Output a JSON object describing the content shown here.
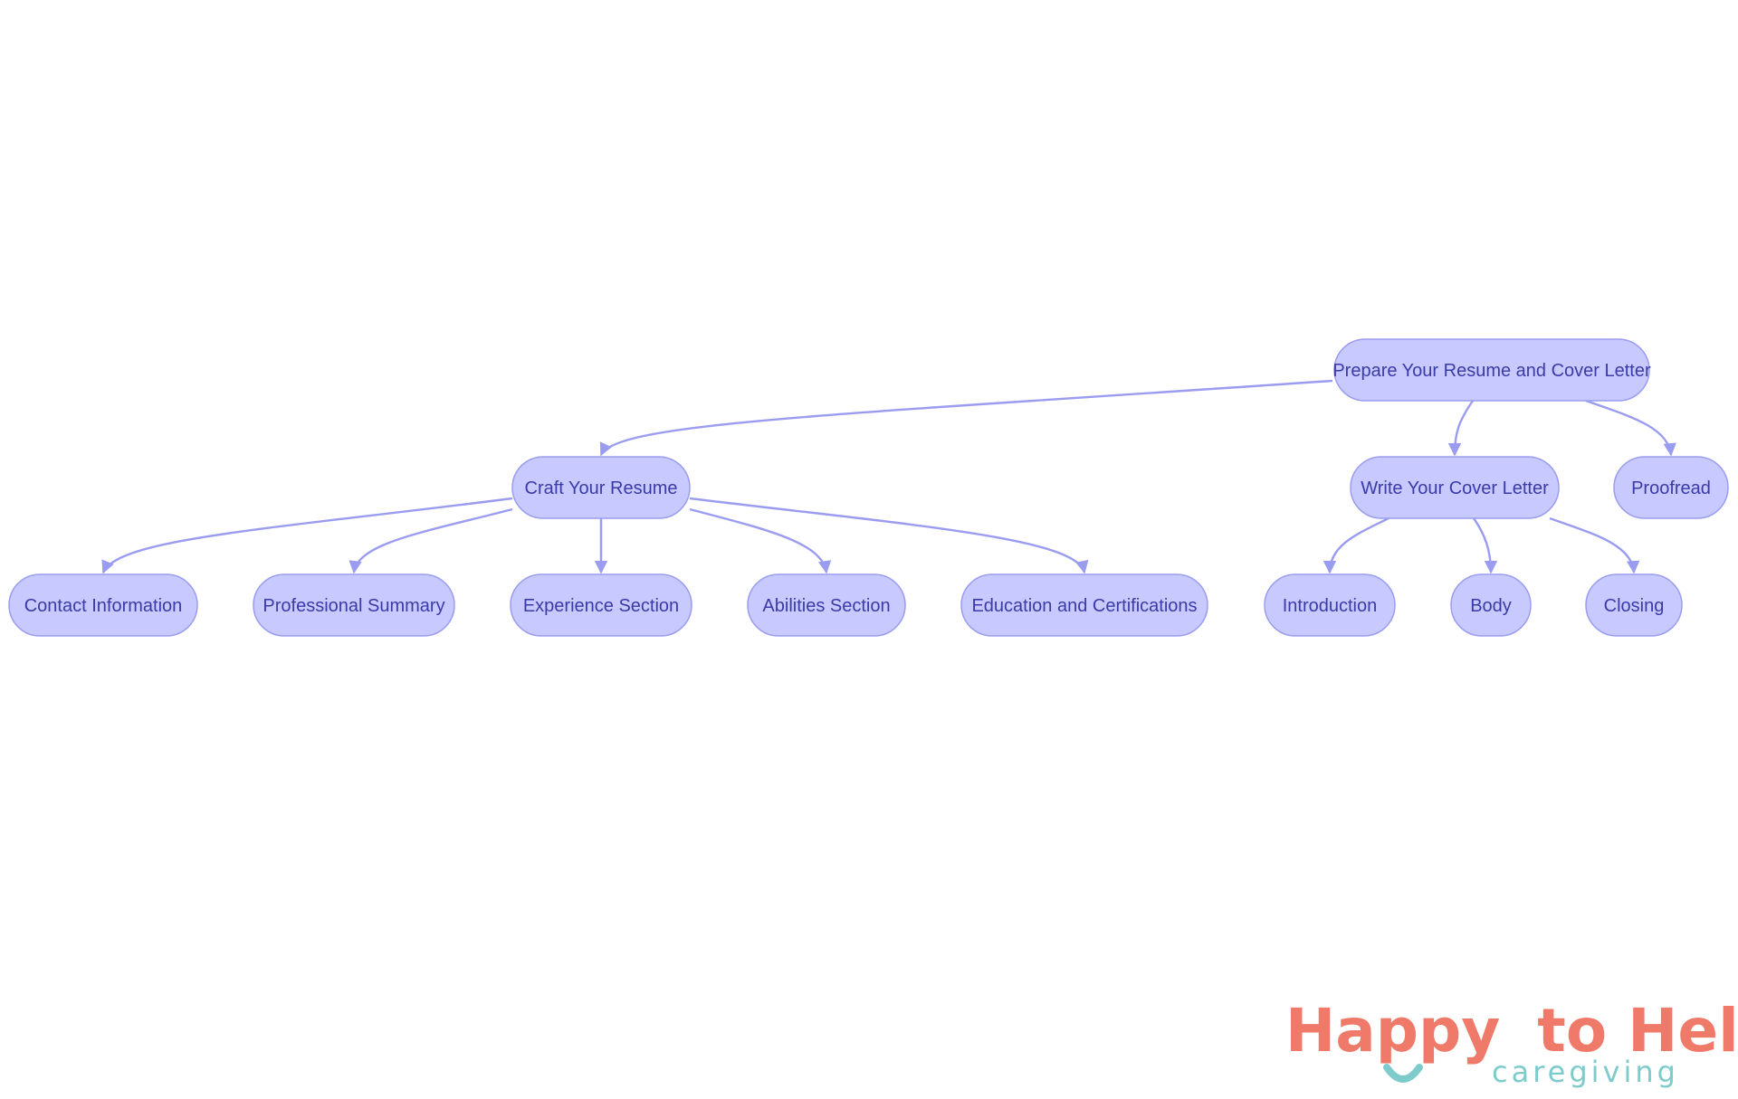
{
  "diagram": {
    "type": "tree",
    "root": "root",
    "nodes": [
      {
        "id": "root",
        "label": "Prepare Your Resume and Cover Letter"
      },
      {
        "id": "resume",
        "label": "Craft Your Resume"
      },
      {
        "id": "cover",
        "label": "Write Your Cover Letter"
      },
      {
        "id": "proofread",
        "label": "Proofread"
      },
      {
        "id": "contact",
        "label": "Contact Information"
      },
      {
        "id": "summary",
        "label": "Professional Summary"
      },
      {
        "id": "experience",
        "label": "Experience Section"
      },
      {
        "id": "abilities",
        "label": "Abilities Section"
      },
      {
        "id": "education",
        "label": "Education and Certifications"
      },
      {
        "id": "intro",
        "label": "Introduction"
      },
      {
        "id": "body",
        "label": "Body"
      },
      {
        "id": "closing",
        "label": "Closing"
      }
    ],
    "edges": [
      {
        "from": "root",
        "to": "resume"
      },
      {
        "from": "root",
        "to": "cover"
      },
      {
        "from": "root",
        "to": "proofread"
      },
      {
        "from": "resume",
        "to": "contact"
      },
      {
        "from": "resume",
        "to": "summary"
      },
      {
        "from": "resume",
        "to": "experience"
      },
      {
        "from": "resume",
        "to": "abilities"
      },
      {
        "from": "resume",
        "to": "education"
      },
      {
        "from": "cover",
        "to": "intro"
      },
      {
        "from": "cover",
        "to": "body"
      },
      {
        "from": "cover",
        "to": "closing"
      }
    ]
  },
  "logo": {
    "word1": "Happy",
    "word2": "to Help",
    "tagline": "caregiving"
  },
  "colors": {
    "node_fill": "#c8caff",
    "node_stroke": "#9a9cf0",
    "node_text": "#3a3aa8",
    "edge": "#9a9cf0",
    "logo_coral": "#f07a6a",
    "logo_teal": "#7ecbcb"
  }
}
